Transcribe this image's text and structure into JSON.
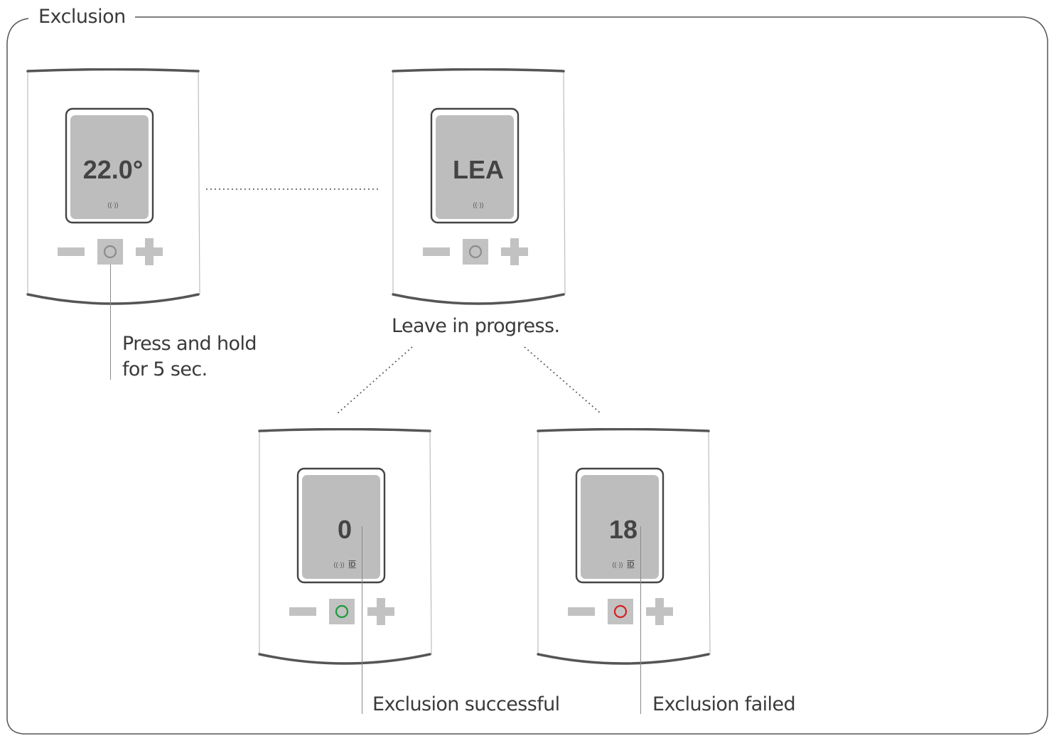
{
  "section": {
    "title": "Exclusion"
  },
  "devices": [
    {
      "display": "22.0°",
      "show_id": false,
      "led": "none"
    },
    {
      "display": "LEA",
      "show_id": false,
      "led": "none"
    },
    {
      "display": "0",
      "show_id": true,
      "led": "green"
    },
    {
      "display": "18",
      "show_id": true,
      "led": "red"
    }
  ],
  "icons": {
    "radio": "((·))",
    "id": "ID"
  },
  "colors": {
    "led_green": "#1a9a3a",
    "led_red": "#d42020",
    "led_none": "#8c8c8c"
  },
  "captions": {
    "press_line1": "Press and hold",
    "press_line2": "for 5 sec.",
    "leave": "Leave in progress.",
    "success": "Exclusion successful",
    "failed": "Exclusion failed"
  }
}
